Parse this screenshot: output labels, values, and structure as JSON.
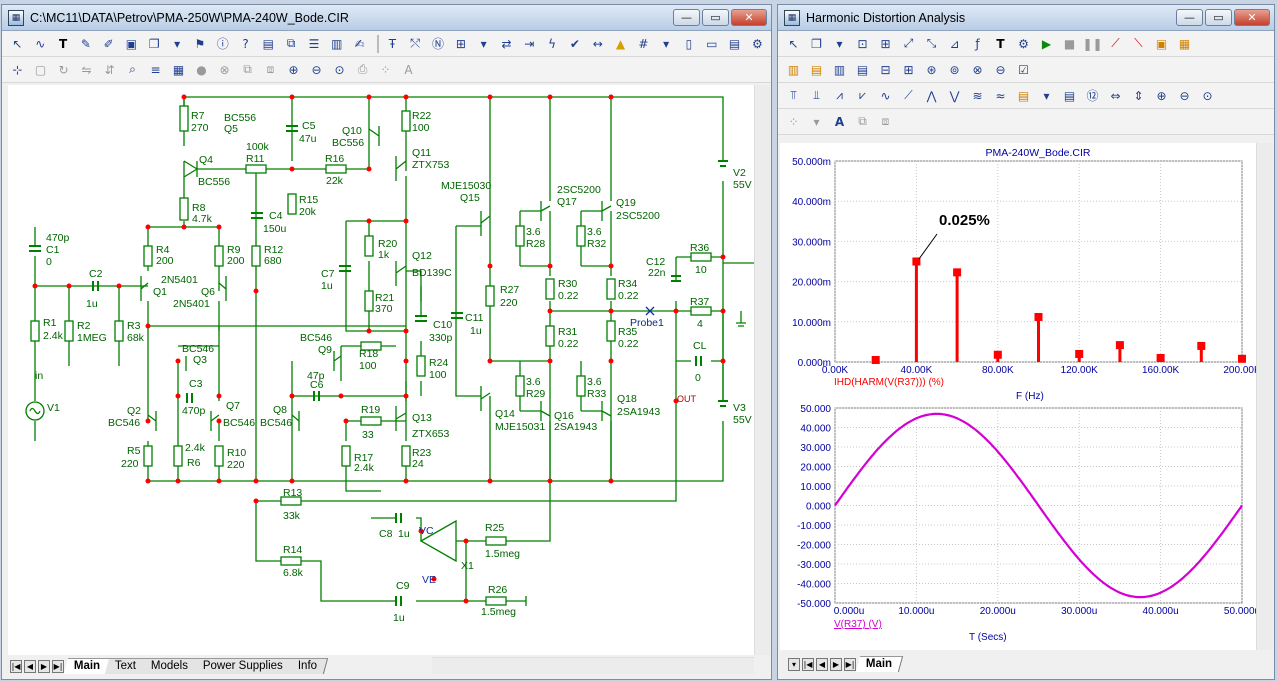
{
  "schematic_window": {
    "title": "C:\\MC11\\DATA\\Petrov\\PMA-250W\\PMA-240W_Bode.CIR",
    "tabs": [
      "Main",
      "Text",
      "Models",
      "Power Supplies",
      "Info"
    ],
    "active_tab": "Main",
    "labels": {
      "r7": "R7",
      "r7v": "270",
      "q5": "Q5",
      "q5t": "BC556",
      "q4": "Q4",
      "q4t": "BC556",
      "r11": "R11",
      "r11v": "100k",
      "c5": "C5",
      "c5v": "47u",
      "r16": "R16",
      "r16v": "22k",
      "r15": "R15",
      "r15v": "20k",
      "q10": "Q10",
      "q10t": "BC556",
      "r22": "R22",
      "r22v": "100",
      "q11": "Q11",
      "q11t": "ZTX753",
      "q15t": "MJE15030",
      "q15": "Q15",
      "q17t": "2SC5200",
      "q17": "Q17",
      "q19": "Q19",
      "q19t": "2SC5200",
      "v2": "V2",
      "v2v": "55V",
      "r8": "R8",
      "r8v": "4.7k",
      "c4": "C4",
      "c4v": "150u",
      "r12": "R12",
      "r12v": "680",
      "r20": "R20",
      "r20v": "1k",
      "q12": "Q12",
      "q12t": "BD139C",
      "r21": "R21",
      "r21v": "370",
      "c7": "C7",
      "c7v": "1u",
      "r4": "R4",
      "r4v": "200",
      "r9": "R9",
      "r9v": "200",
      "q1t": "2N5401",
      "q1": "Q1",
      "q6t": "2N5401",
      "q6": "Q6",
      "c1v": "470p",
      "c1": "C1",
      "c1n": "0",
      "c2": "C2",
      "c2v": "1u",
      "r1": "R1",
      "r1v": "2.4k",
      "r2": "R2",
      "r2v": "1MEG",
      "r3": "R3",
      "r3v": "68k",
      "in": "in",
      "v1": "V1",
      "q3t": "BC546",
      "q3": "Q3",
      "c3": "C3",
      "c3v": "470p",
      "q2": "Q2",
      "q2t": "BC546",
      "q7": "Q7",
      "q7t": "BC546",
      "r5": "R5",
      "r5v": "220",
      "r6v": "2.4k",
      "r6": "R6",
      "r10": "R10",
      "r10v": "220",
      "q9t": "BC546",
      "q9": "Q9",
      "r18": "R18",
      "r18v": "100",
      "c6v": "47p",
      "c6": "C6",
      "q8": "Q8",
      "q8t": "BC546",
      "r19": "R19",
      "r19v": "33",
      "q13": "Q13",
      "q13t": "ZTX653",
      "r17": "R17",
      "r17v": "2.4k",
      "r23": "R23",
      "r23v": "24",
      "c10": "C10",
      "c10v": "330p",
      "r24": "R24",
      "r24v": "100",
      "c11": "C11",
      "c11v": "1u",
      "r27": "R27",
      "r27v": "220",
      "r28v": "3.6",
      "r28": "R28",
      "r32v": "3.6",
      "r32": "R32",
      "r30": "R30",
      "r30v": "0.22",
      "r34": "R34",
      "r34v": "0.22",
      "r31": "R31",
      "r31v": "0.22",
      "r35": "R35",
      "r35v": "0.22",
      "r29v": "3.6",
      "r29": "R29",
      "r33v": "3.6",
      "r33": "R33",
      "q14": "Q14",
      "q14t": "MJE15031",
      "q16": "Q16",
      "q16t": "2SA1943",
      "q18": "Q18",
      "q18t": "2SA1943",
      "c12": "C12",
      "c12v": "22n",
      "r36": "R36",
      "r36v": "10",
      "r37": "R37",
      "r37v": "4",
      "probe": "Probe1",
      "cl": "CL",
      "clv": "0",
      "out": "OUT",
      "v3": "V3",
      "v3v": "55V",
      "r13": "R13",
      "r13v": "33k",
      "c8": "C8",
      "c8v": "1u",
      "vc": "VC",
      "ve": "VE",
      "x1": "X1",
      "r25": "R25",
      "r25v": "1.5meg",
      "r14": "R14",
      "r14v": "6.8k",
      "c9": "C9",
      "c9v": "1u",
      "r26": "R26",
      "r26v": "1.5meg"
    }
  },
  "analysis_window": {
    "title": "Harmonic Distortion Analysis",
    "tabs": [
      "Main"
    ],
    "active_tab": "Main"
  },
  "colors": {
    "wire": "#008000",
    "node": "#ff0000",
    "label": "#006400",
    "bar": "#ff0000",
    "sine": "#d400d4",
    "accent": "#0000a0"
  },
  "chart_data": [
    {
      "type": "bar",
      "title": "PMA-240W_Bode.CIR",
      "xlabel": "F (Hz)",
      "series": [
        {
          "name": "IHD(HARM(V(R37))) (%)",
          "x": [
            20000,
            40000,
            60000,
            80000,
            100000,
            120000,
            140000,
            160000,
            180000,
            200000
          ],
          "values": [
            0.0005,
            0.025,
            0.0223,
            0.0018,
            0.0112,
            0.002,
            0.0042,
            0.001,
            0.004,
            0.0008
          ]
        }
      ],
      "xlim": [
        0,
        200000
      ],
      "ylim": [
        0,
        0.05
      ],
      "xticks": [
        "0.00K",
        "40.00K",
        "80.00K",
        "120.00K",
        "160.00K",
        "200.00K"
      ],
      "yticks": [
        "0.000m",
        "10.000m",
        "20.000m",
        "30.000m",
        "40.000m",
        "50.000m"
      ],
      "annotation": "0.025%",
      "grid": true
    },
    {
      "type": "line",
      "xlabel": "T (Secs)",
      "series": [
        {
          "name": "V(R37) (V)",
          "amplitude": 47,
          "period_us": 50,
          "phase_deg": 0
        }
      ],
      "xlim": [
        0,
        5e-05
      ],
      "ylim": [
        -50,
        50
      ],
      "xticks": [
        "0.000u",
        "10.000u",
        "20.000u",
        "30.000u",
        "40.000u",
        "50.000u"
      ],
      "yticks": [
        "50.000",
        "40.000",
        "30.000",
        "20.000",
        "10.000",
        "0.000",
        "-10.000",
        "-20.000",
        "-30.000",
        "-40.000",
        "-50.000"
      ],
      "grid": true
    }
  ]
}
